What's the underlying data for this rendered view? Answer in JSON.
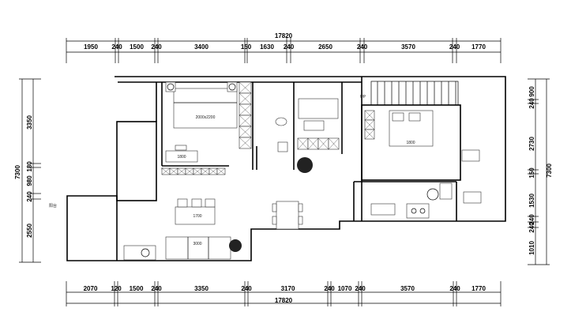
{
  "plan": {
    "total_width": "17820",
    "total_height": "7300",
    "top_dims": [
      "1950",
      "240",
      "1500",
      "240",
      "3400",
      "150",
      "1630",
      "240",
      "2650",
      "240",
      "3570",
      "240",
      "1770"
    ],
    "bottom_dims": [
      "2070",
      "120",
      "1500",
      "240",
      "3350",
      "240",
      "3170",
      "240",
      "1070",
      "240",
      "3570",
      "240",
      "1770"
    ],
    "left_dims": [
      "3350",
      "180",
      "980",
      "240",
      "2550"
    ],
    "right_dims": [
      "900",
      "240",
      "2730",
      "150",
      "1530",
      "240",
      "240",
      "1010"
    ],
    "labels": {
      "bed_master": "2000x2200",
      "bed_width": "2000",
      "desk": "1800",
      "sofa_small": "1700",
      "sofa_large": "3000",
      "bed_second": "1800",
      "stair": "UP",
      "balcony": "阳台"
    }
  }
}
